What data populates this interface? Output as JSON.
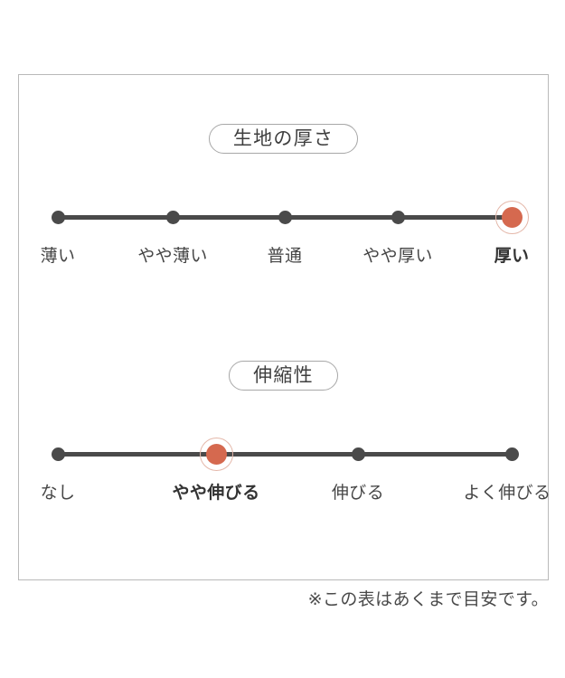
{
  "card": {
    "footnote": "※この表はあくまで目安です。"
  },
  "scales": [
    {
      "id": "fabric-thickness",
      "title": "生地の厚さ",
      "selected_index": 4,
      "ticks": [
        {
          "label": "薄い",
          "pos_pct": 0
        },
        {
          "label": "やや薄い",
          "pos_pct": 25
        },
        {
          "label": "普通",
          "pos_pct": 50
        },
        {
          "label": "やや厚い",
          "pos_pct": 75
        },
        {
          "label": "厚い",
          "pos_pct": 100
        }
      ]
    },
    {
      "id": "stretchiness",
      "title": "伸縮性",
      "selected_index": 1,
      "ticks": [
        {
          "label": "なし",
          "pos_pct": 0
        },
        {
          "label": "やや伸びる",
          "pos_pct": 34.8
        },
        {
          "label": "伸びる",
          "pos_pct": 66.2
        },
        {
          "label": "よく伸びる",
          "pos_pct": 100
        }
      ]
    }
  ],
  "colors": {
    "accent": "#d5694f",
    "accent_ring": "#e4b7a9",
    "dot": "#4a4a4a",
    "border": "#b9b9b9",
    "text": "#464646"
  }
}
